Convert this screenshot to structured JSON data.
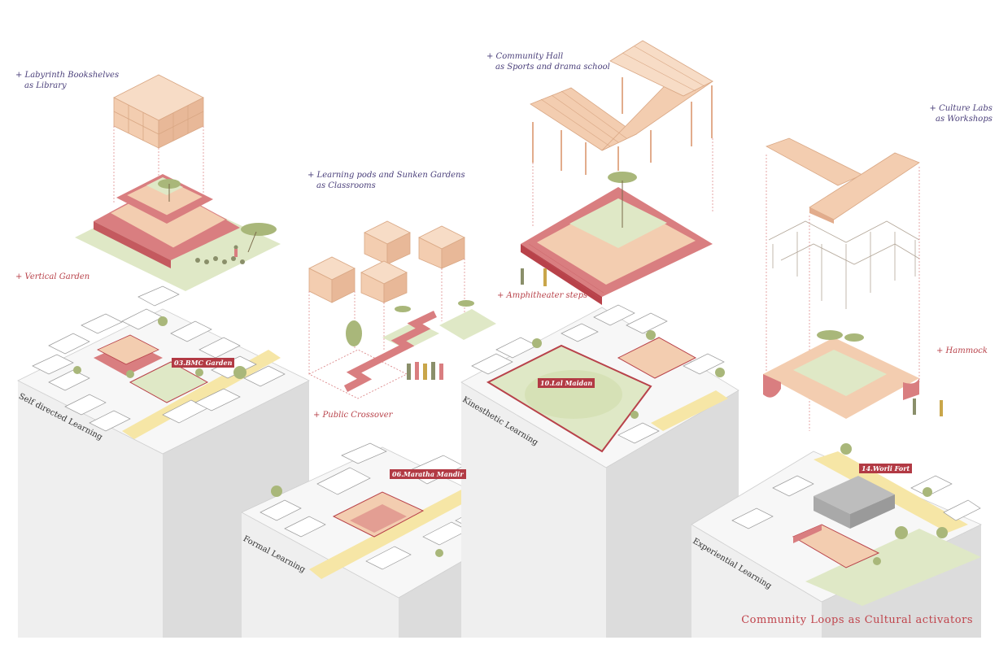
{
  "labels": {
    "library_1": "+ Labyrinth Bookshelves",
    "library_2": "as Library",
    "vertical_garden": "+ Vertical Garden",
    "classrooms_1": "+ Learning pods and Sunken Gardens",
    "classrooms_2": "as Classrooms",
    "public_crossover": "+ Public Crossover",
    "hall_1": "+ Community Hall",
    "hall_2": "as Sports and drama school",
    "amphitheater": "+ Amphitheater steps",
    "culture_1": "+ Culture Labs",
    "culture_2": "as Workshops",
    "hammock": "+ Hammock"
  },
  "blocks": {
    "self_directed": "Self directed Learning",
    "formal": "Formal Learning",
    "kinesthetic": "Kinesthetic Learning",
    "experiential": "Experiential Learning"
  },
  "tags": {
    "bmc": "03.BMC Garden",
    "maratha": "06.Maratha Mandir",
    "lal": "10.Lal Maidan",
    "worli": "14.Worli Fort"
  },
  "title": "Community Loops as Cultural activators",
  "colors": {
    "peach": "#f3cdb0",
    "peach_dark": "#e2ac8c",
    "red": "#d97e80",
    "red_dark": "#b8424a",
    "green": "#dfe8c6",
    "tree": "#a9b77a",
    "road": "#f6e6a6",
    "block_side": "#dcdcdc",
    "block_front": "#efefef"
  }
}
